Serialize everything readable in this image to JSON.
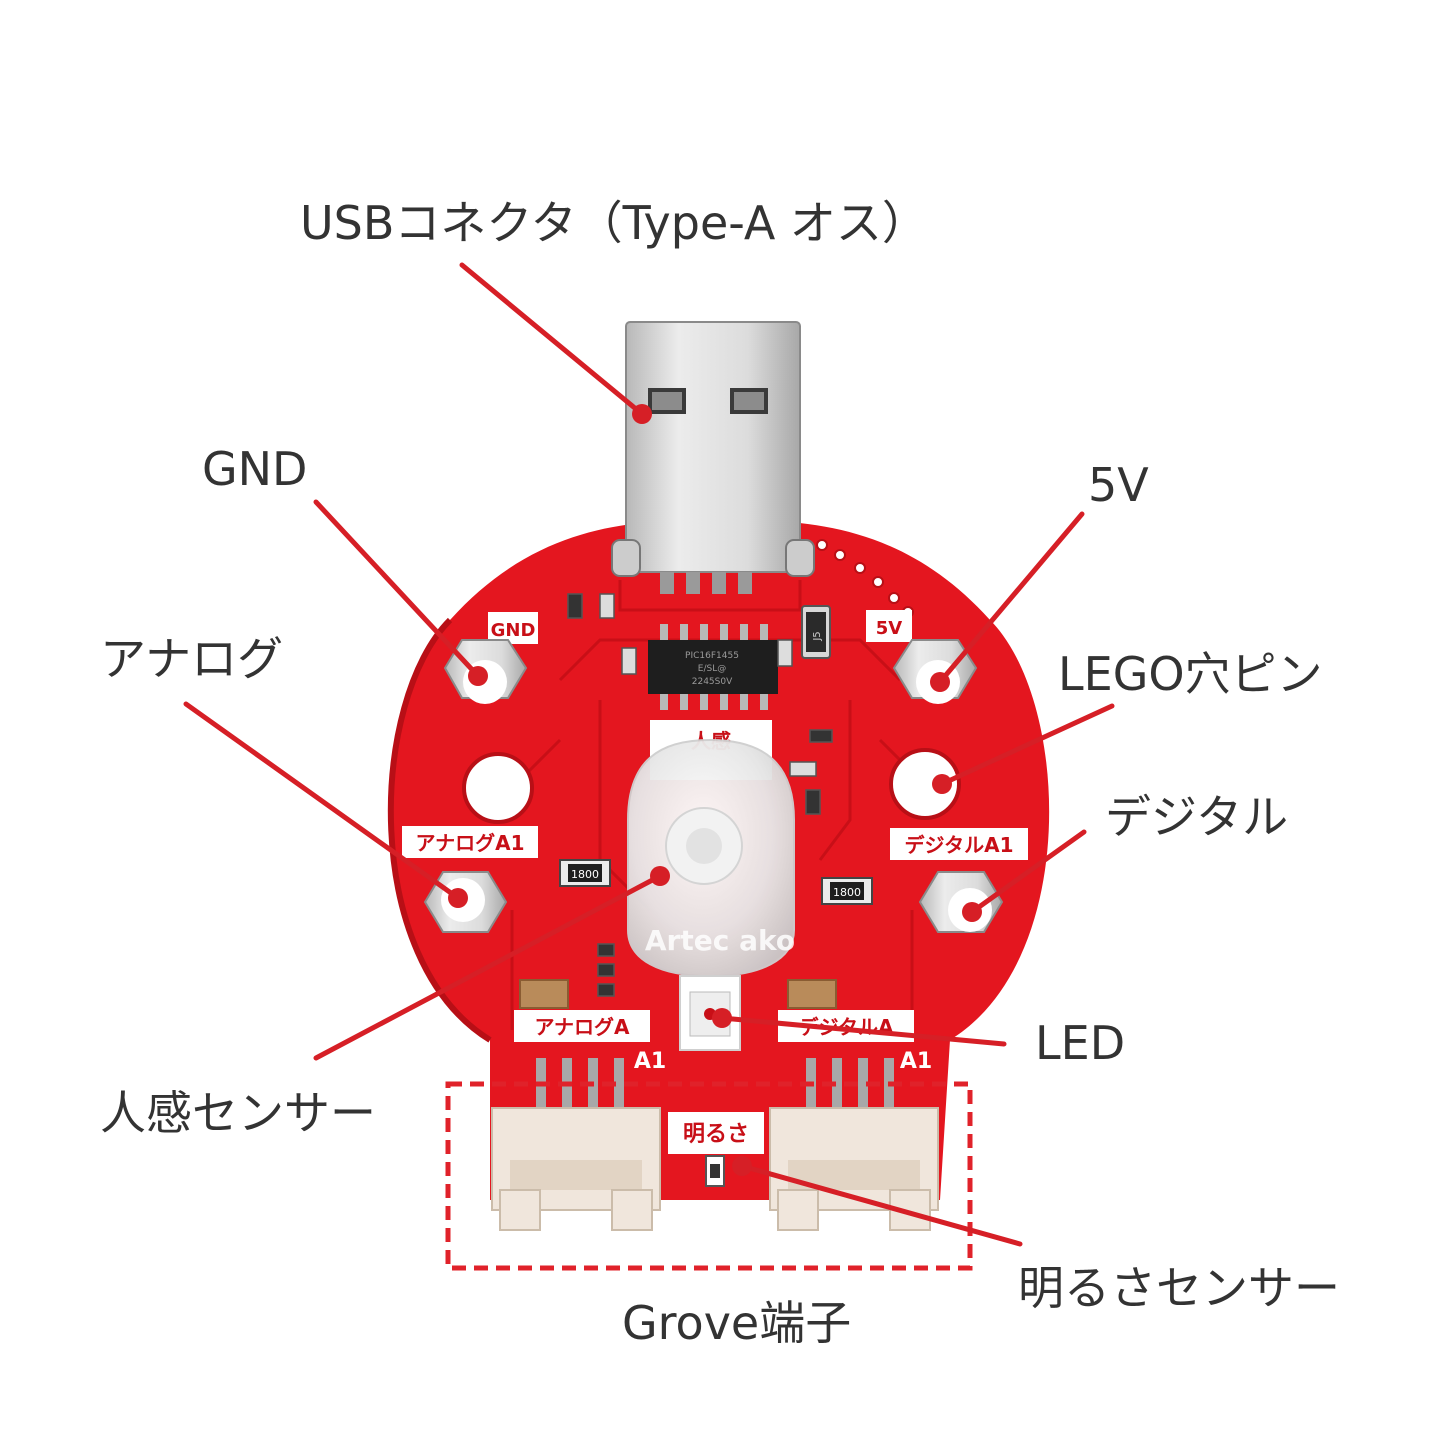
{
  "callouts": {
    "usb": "USBコネクタ（Type-A オス）",
    "gnd": "GND",
    "v5": "5V",
    "analog": "アナログ",
    "lego": "LEGO穴ピン",
    "digital": "デジタル",
    "led": "LED",
    "pir": "人感センサー",
    "light": "明るさセンサー",
    "grove": "Grove端子"
  },
  "silkscreen": {
    "gnd": "GND",
    "v5": "5V",
    "pir": "人感",
    "analog_a1": "アナログA1",
    "digital_a1": "デジタルA1",
    "analog_a": "アナログA",
    "digital_a": "デジタルA",
    "brightness": "明るさ",
    "a1_left": "A1",
    "a1_right": "A1",
    "brand": "Artec ako",
    "resistor": "1800",
    "regulator": "J5",
    "chip_line1": "PIC16F1455",
    "chip_line2": "E/SL@",
    "chip_line3": "2245S0V"
  },
  "colors": {
    "board": "#e4161f",
    "callout_line": "#d61f26",
    "highlight_box": "#e0222a",
    "text": "#333333"
  }
}
